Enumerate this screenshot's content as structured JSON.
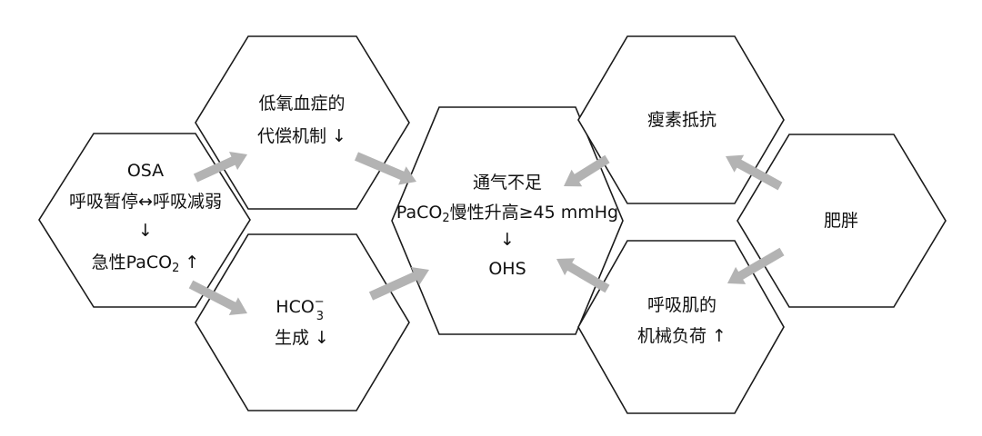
{
  "nodes": {
    "osa": {
      "line1": "OSA",
      "line2": "呼吸暂停↔呼吸减弱",
      "line3": "↓",
      "line4_pre": "急性PaCO",
      "line4_sub": "2",
      "line4_post": " ↑"
    },
    "hypoxemia_comp": {
      "line1": "低氧血症的",
      "line2": "代偿机制 ↓"
    },
    "hco3": {
      "line1_main": "HCO",
      "line1_sup": "−",
      "line1_sub": "3",
      "line2": "生成 ↓"
    },
    "center": {
      "line1": "通气不足",
      "line2_pre": "PaCO",
      "line2_sub": "2",
      "line2_post": "慢性升高≥45 mmHg",
      "line3": "↓",
      "line4": "OHS"
    },
    "leptin": {
      "line1": "瘦素抵抗"
    },
    "obesity": {
      "line1": "肥胖"
    },
    "resp_muscle": {
      "line1": "呼吸肌的",
      "line2": "机械负荷 ↑"
    }
  },
  "colors": {
    "outline": "#1a1a1a",
    "arrow": "#b3b3b3",
    "text": "#111111"
  }
}
